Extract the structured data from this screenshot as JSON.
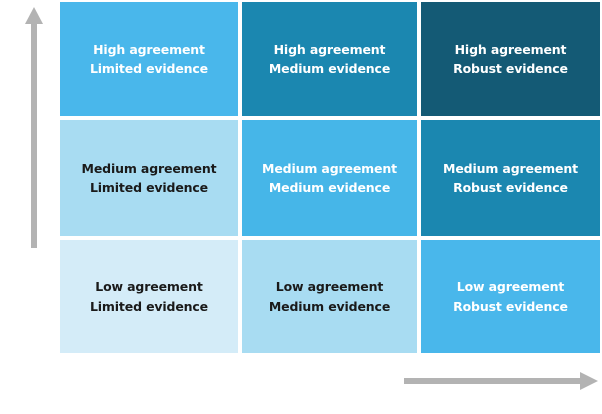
{
  "figure": {
    "name": "confidence-matrix",
    "background_color": "#ffffff",
    "grid": {
      "columns": 3,
      "rows": 3,
      "gap_color": "#ffffff"
    }
  },
  "axes": {
    "y_axis": {
      "name": "agreement-axis",
      "direction": "up",
      "color": "#b3b3b3",
      "label": ""
    },
    "x_axis": {
      "name": "evidence-axis",
      "direction": "right",
      "color": "#b3b3b3",
      "label": ""
    }
  },
  "cells": [
    {
      "id": "high-limited",
      "agreement": "High agreement",
      "evidence": "Limited evidence",
      "bg": "#49b7eb",
      "fg": "#ffffff",
      "row": 1,
      "col": 1
    },
    {
      "id": "high-medium",
      "agreement": "High agreement",
      "evidence": "Medium evidence",
      "bg": "#1b87b0",
      "fg": "#ffffff",
      "row": 1,
      "col": 2
    },
    {
      "id": "high-robust",
      "agreement": "High agreement",
      "evidence": "Robust evidence",
      "bg": "#145a75",
      "fg": "#ffffff",
      "row": 1,
      "col": 3
    },
    {
      "id": "medium-limited",
      "agreement": "Medium agreement",
      "evidence": "Limited evidence",
      "bg": "#a8dcf2",
      "fg": "#1a1a1a",
      "row": 2,
      "col": 1
    },
    {
      "id": "medium-medium",
      "agreement": "Medium agreement",
      "evidence": "Medium evidence",
      "bg": "#46b6e8",
      "fg": "#ffffff",
      "row": 2,
      "col": 2
    },
    {
      "id": "medium-robust",
      "agreement": "Medium agreement",
      "evidence": "Robust evidence",
      "bg": "#1b87b0",
      "fg": "#ffffff",
      "row": 2,
      "col": 3
    },
    {
      "id": "low-limited",
      "agreement": "Low agreement",
      "evidence": "Limited evidence",
      "bg": "#d4ecf8",
      "fg": "#1a1a1a",
      "row": 3,
      "col": 1
    },
    {
      "id": "low-medium",
      "agreement": "Low agreement",
      "evidence": "Medium evidence",
      "bg": "#a8dcf2",
      "fg": "#1a1a1a",
      "row": 3,
      "col": 2
    },
    {
      "id": "low-robust",
      "agreement": "Low agreement",
      "evidence": "Robust evidence",
      "bg": "#49b7eb",
      "fg": "#ffffff",
      "row": 3,
      "col": 3
    }
  ]
}
